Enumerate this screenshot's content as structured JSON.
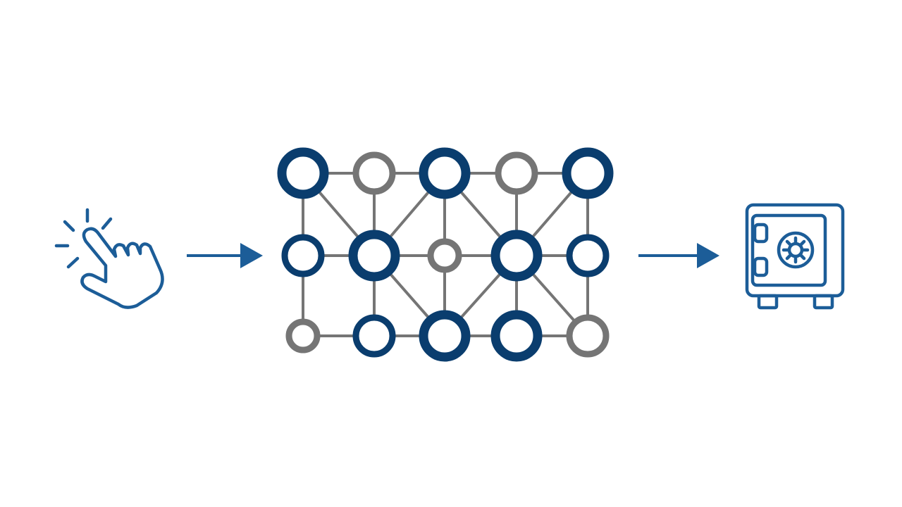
{
  "colors": {
    "primary": "#0a3d6e",
    "secondary": "#757575",
    "accent": "#1c5d98",
    "background": "#ffffff"
  },
  "diagram": {
    "flow": [
      "tap-icon",
      "network",
      "safe-icon"
    ],
    "network": {
      "rows": 3,
      "cols": 5,
      "nodes": [
        {
          "id": "n00",
          "row": 0,
          "col": 0,
          "color": "primary",
          "size": "large"
        },
        {
          "id": "n01",
          "row": 0,
          "col": 1,
          "color": "secondary",
          "size": "medium"
        },
        {
          "id": "n02",
          "row": 0,
          "col": 2,
          "color": "primary",
          "size": "large"
        },
        {
          "id": "n03",
          "row": 0,
          "col": 3,
          "color": "secondary",
          "size": "medium"
        },
        {
          "id": "n04",
          "row": 0,
          "col": 4,
          "color": "primary",
          "size": "large"
        },
        {
          "id": "n10",
          "row": 1,
          "col": 0,
          "color": "primary",
          "size": "medium"
        },
        {
          "id": "n11",
          "row": 1,
          "col": 1,
          "color": "primary",
          "size": "large"
        },
        {
          "id": "n12",
          "row": 1,
          "col": 2,
          "color": "secondary",
          "size": "small"
        },
        {
          "id": "n13",
          "row": 1,
          "col": 3,
          "color": "primary",
          "size": "large"
        },
        {
          "id": "n14",
          "row": 1,
          "col": 4,
          "color": "primary",
          "size": "medium"
        },
        {
          "id": "n20",
          "row": 2,
          "col": 0,
          "color": "secondary",
          "size": "small"
        },
        {
          "id": "n21",
          "row": 2,
          "col": 1,
          "color": "primary",
          "size": "medium"
        },
        {
          "id": "n22",
          "row": 2,
          "col": 2,
          "color": "primary",
          "size": "large"
        },
        {
          "id": "n23",
          "row": 2,
          "col": 3,
          "color": "primary",
          "size": "large"
        },
        {
          "id": "n24",
          "row": 2,
          "col": 4,
          "color": "secondary",
          "size": "medium"
        }
      ],
      "edges": [
        [
          "n00",
          "n01"
        ],
        [
          "n01",
          "n02"
        ],
        [
          "n02",
          "n03"
        ],
        [
          "n03",
          "n04"
        ],
        [
          "n10",
          "n11"
        ],
        [
          "n11",
          "n12"
        ],
        [
          "n12",
          "n13"
        ],
        [
          "n13",
          "n14"
        ],
        [
          "n20",
          "n21"
        ],
        [
          "n21",
          "n22"
        ],
        [
          "n22",
          "n23"
        ],
        [
          "n23",
          "n24"
        ],
        [
          "n00",
          "n10"
        ],
        [
          "n10",
          "n20"
        ],
        [
          "n01",
          "n11"
        ],
        [
          "n11",
          "n21"
        ],
        [
          "n02",
          "n12"
        ],
        [
          "n12",
          "n22"
        ],
        [
          "n03",
          "n13"
        ],
        [
          "n13",
          "n23"
        ],
        [
          "n04",
          "n14"
        ],
        [
          "n14",
          "n24"
        ],
        [
          "n00",
          "n11"
        ],
        [
          "n02",
          "n11"
        ],
        [
          "n02",
          "n13"
        ],
        [
          "n04",
          "n13"
        ],
        [
          "n11",
          "n22"
        ],
        [
          "n13",
          "n22"
        ],
        [
          "n13",
          "n24"
        ]
      ]
    }
  }
}
